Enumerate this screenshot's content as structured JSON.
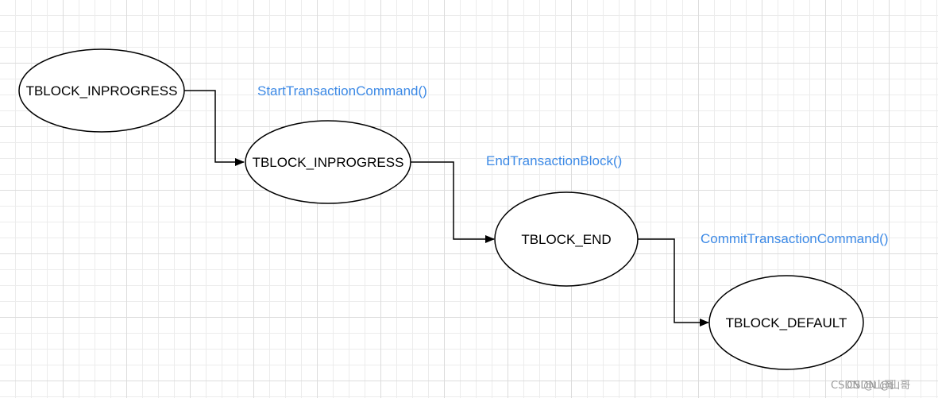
{
  "nodes": [
    {
      "label": "TBLOCK_INPROGRESS"
    },
    {
      "label": "TBLOCK_INPROGRESS"
    },
    {
      "label": "TBLOCK_END"
    },
    {
      "label": "TBLOCK_DEFAULT"
    }
  ],
  "edges": [
    {
      "label": "StartTransactionCommand()"
    },
    {
      "label": "EndTransactionBlock()"
    },
    {
      "label": "CommitTransactionCommand()"
    }
  ],
  "watermark": "CSDN @山哥",
  "colors": {
    "edge_label": "#3d8ae6",
    "stroke": "#000000",
    "grid": "#ececec"
  }
}
